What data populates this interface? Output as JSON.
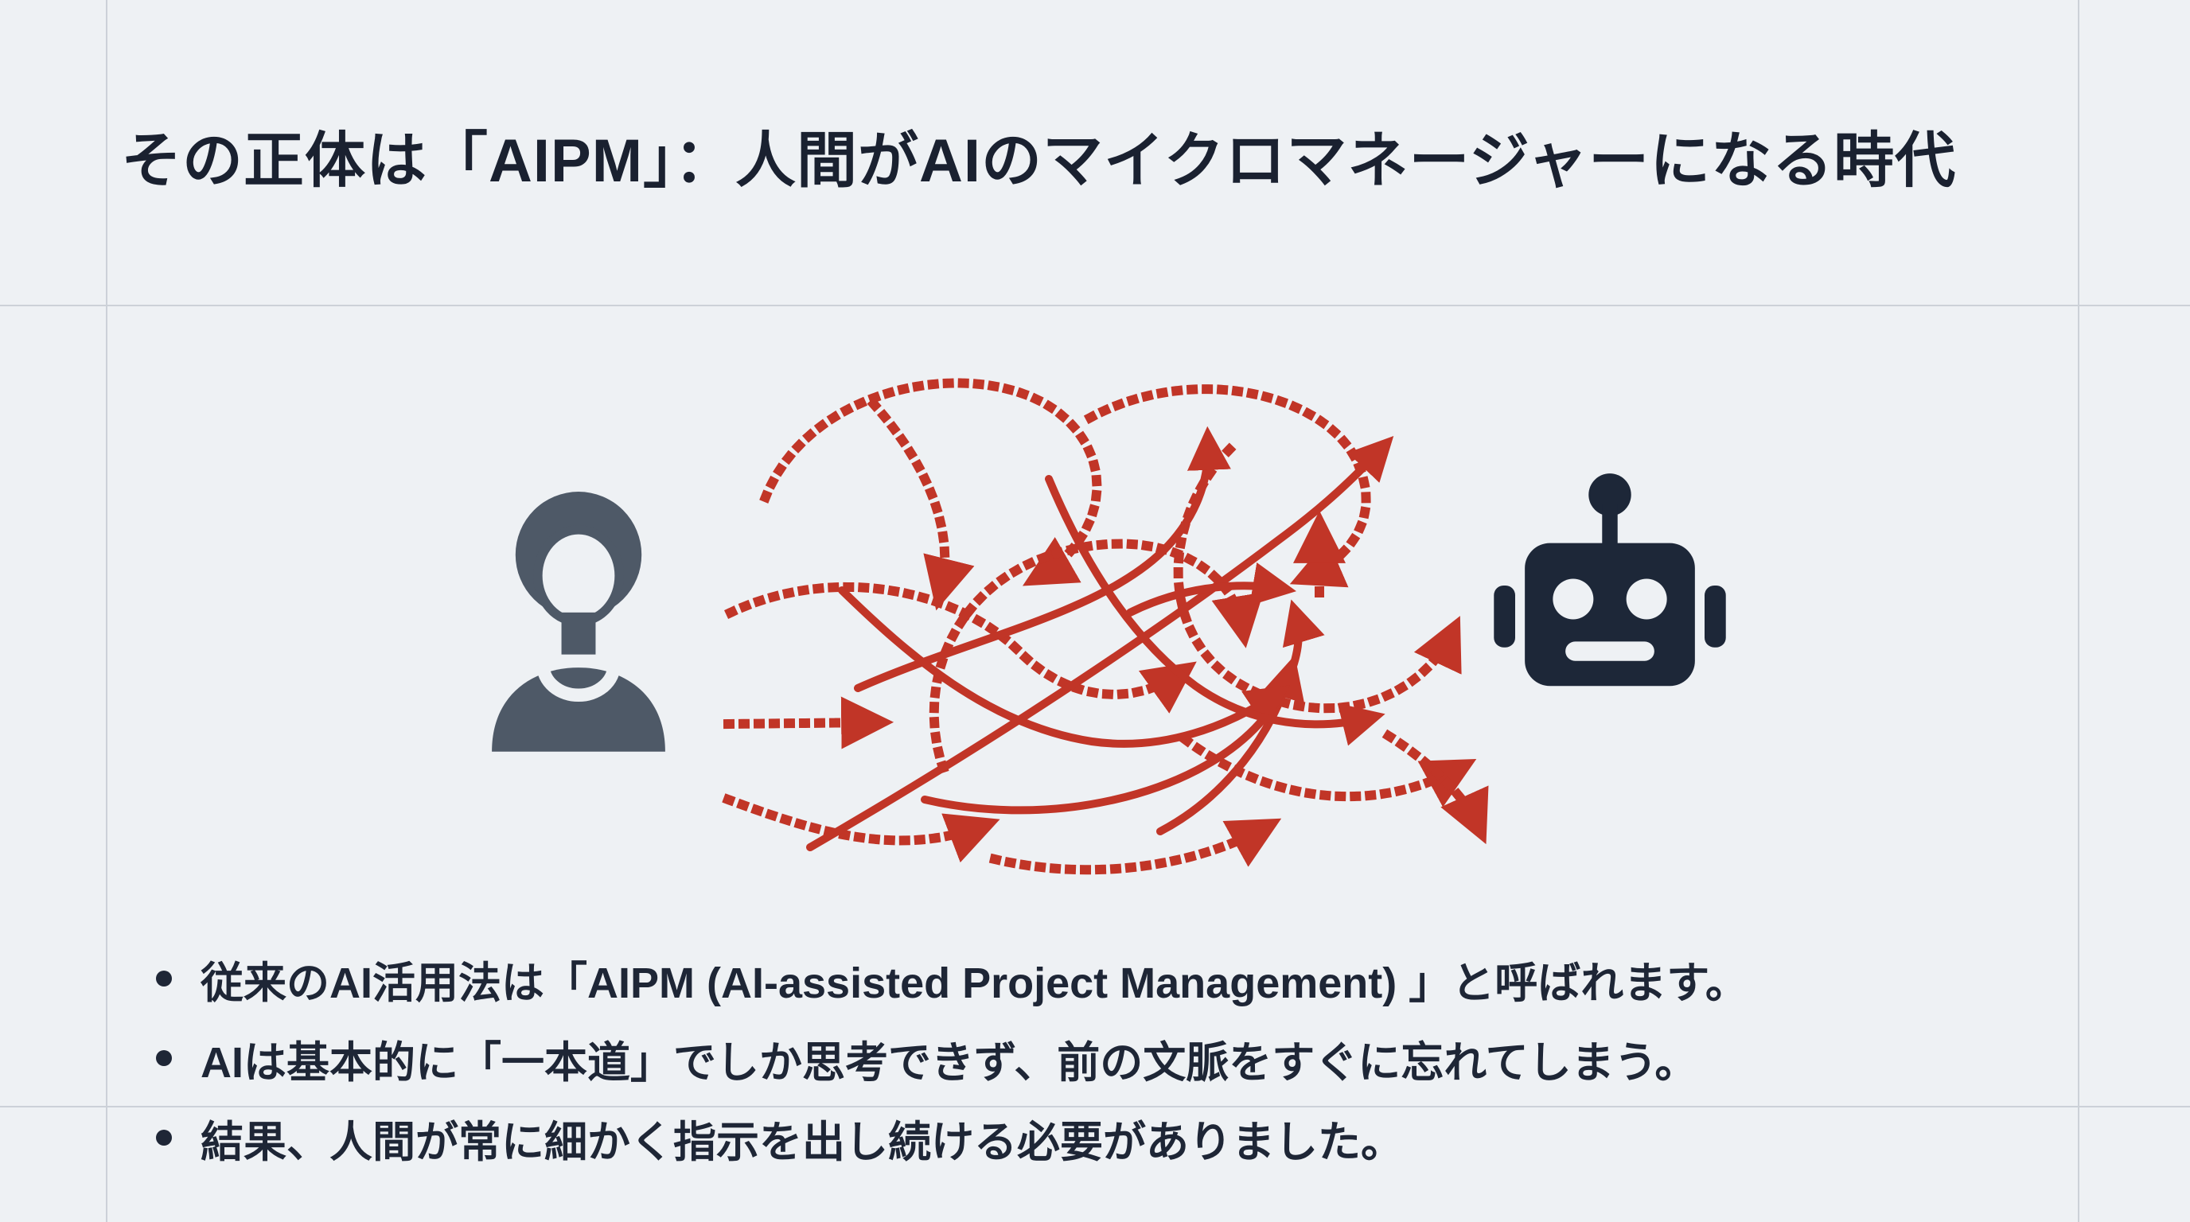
{
  "slide": {
    "title": "その正体は「AIPM」：人間がAIのマイクロマネージャーになる時代",
    "bullets": [
      "従来のAI活用法は「AIPM (AI-assisted Project Management) 」と呼ばれます。",
      "AIは基本的に「一本道」でしか思考できず、前の文脈をすぐに忘れてしまう。",
      "結果、人間が常に細かく指示を出し続ける必要がありました。"
    ],
    "icons": {
      "left": "person-silhouette-icon",
      "right": "robot-head-icon",
      "center": "tangled-arrows-illustration"
    },
    "colors": {
      "background": "#eef1f4",
      "title_text": "#1a2130",
      "body_text": "#1e2636",
      "person_icon": "#4e5967",
      "robot_icon": "#1d2738",
      "arrows": "#c13527",
      "grid_line": "#ccd1d8"
    }
  }
}
